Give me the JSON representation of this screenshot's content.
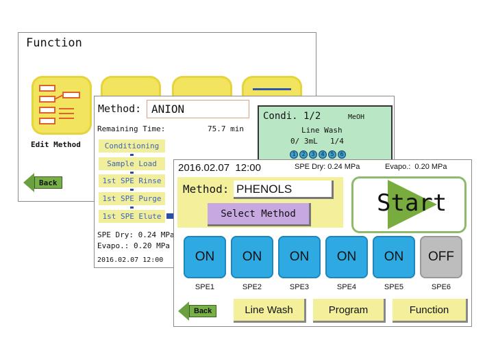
{
  "function_screen": {
    "title": "Function",
    "icon_label": "Edit Method",
    "back_label": "Back"
  },
  "run_screen": {
    "method_label": "Method:",
    "method_value": "ANION",
    "remaining_label": "Remaining Time:",
    "remaining_value": "75.7 min",
    "steps": [
      "Conditioning",
      "Sample Load",
      "1st SPE Rinse",
      "1st SPE Purge",
      "1st SPE Elute"
    ],
    "spe_dry": "SPE Dry: 0.24 MPa",
    "evapo": "Evapo.:  0.20 MPa",
    "datetime": "2016.02.07 12:00",
    "status": {
      "step": "Condi. 1/2",
      "solvent": "MeOH",
      "action": "Line Wash",
      "volume": "0/ 3mL",
      "count": "1/4",
      "channels": [
        "1",
        "2",
        "3",
        "4",
        "5",
        "6"
      ]
    }
  },
  "main_screen": {
    "datetime": "2016.02.07  12:00",
    "spe_dry": "SPE Dry: 0.24 MPa",
    "evapo": "Evapo.:  0.20 MPa",
    "method_label": "Method:",
    "method_value": "PHENOLS",
    "select_method": "Select Method",
    "start": "Start",
    "channels": [
      {
        "state": "ON",
        "label": "SPE1"
      },
      {
        "state": "ON",
        "label": "SPE2"
      },
      {
        "state": "ON",
        "label": "SPE3"
      },
      {
        "state": "ON",
        "label": "SPE4"
      },
      {
        "state": "ON",
        "label": "SPE5"
      },
      {
        "state": "OFF",
        "label": "SPE6"
      }
    ],
    "back_label": "Back",
    "line_wash": "Line Wash",
    "program": "Program",
    "function": "Function"
  }
}
